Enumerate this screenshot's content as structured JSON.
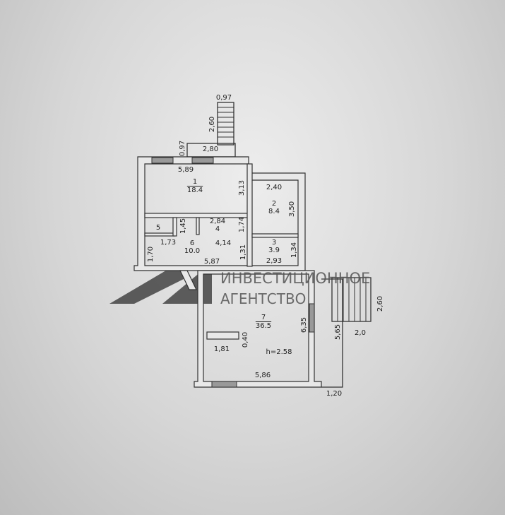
{
  "rooms": [
    {
      "number": "1",
      "area": "18.4"
    },
    {
      "number": "2",
      "area": "8.4"
    },
    {
      "number": "3",
      "area": "3.9"
    },
    {
      "number": "4",
      "area": ""
    },
    {
      "number": "5",
      "area": ""
    },
    {
      "number": "6",
      "area": "10.0"
    },
    {
      "number": "7",
      "area": "36.5"
    }
  ],
  "dimensions": {
    "stair_top_width": "0,97",
    "stair_top_length": "2,60",
    "porch_depth": "0,97",
    "porch_width": "2,80",
    "r1_width": "5,89",
    "r1_depth": "3,13",
    "r2_width": "2,40",
    "r2_depth": "3,50",
    "r4_width": "2,84",
    "r4_depth": "1,74",
    "r5_depth": "1,45",
    "r5_width": "1,73",
    "r6_depth": "1,70",
    "r6_width": "4,14",
    "r6_side": "1,31",
    "r6_length": "5,87",
    "r3_width": "2,93",
    "r3_depth": "1,34",
    "r7_partition_depth": "0,40",
    "r7_partition_width": "1,81",
    "r7_width": "5,86",
    "r7_depth": "6,35",
    "side_length": "5,65",
    "side_stair_width": "2,0",
    "side_stair_length": "2,60",
    "side_offset": "1,20"
  },
  "ceiling_height": "h=2.58",
  "watermark": {
    "line1": "ИНВЕСТИЦИОННОЕ",
    "line2": "АГЕНТСТВО"
  }
}
